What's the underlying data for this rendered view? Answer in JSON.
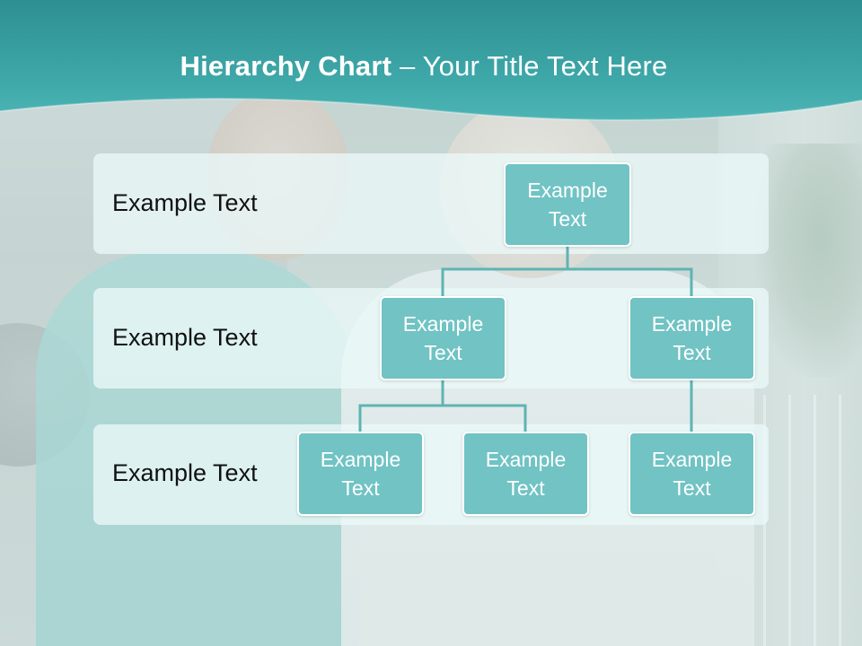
{
  "slide": {
    "title_bold": "Hierarchy Chart",
    "title_rest": " – Your Title Text Here"
  },
  "levels": [
    {
      "label": "Example Text"
    },
    {
      "label": "Example Text"
    },
    {
      "label": "Example Text"
    }
  ],
  "nodes": {
    "root": "Example Text",
    "a": "Example Text",
    "b": "Example Text",
    "a1": "Example Text",
    "a2": "Example Text",
    "b1": "Example Text"
  },
  "colors": {
    "header_teal": "#3fa7a8",
    "node_fill": "#71c3c4",
    "connector": "#5fb3b4",
    "band_fill": "#ebf8f8"
  }
}
